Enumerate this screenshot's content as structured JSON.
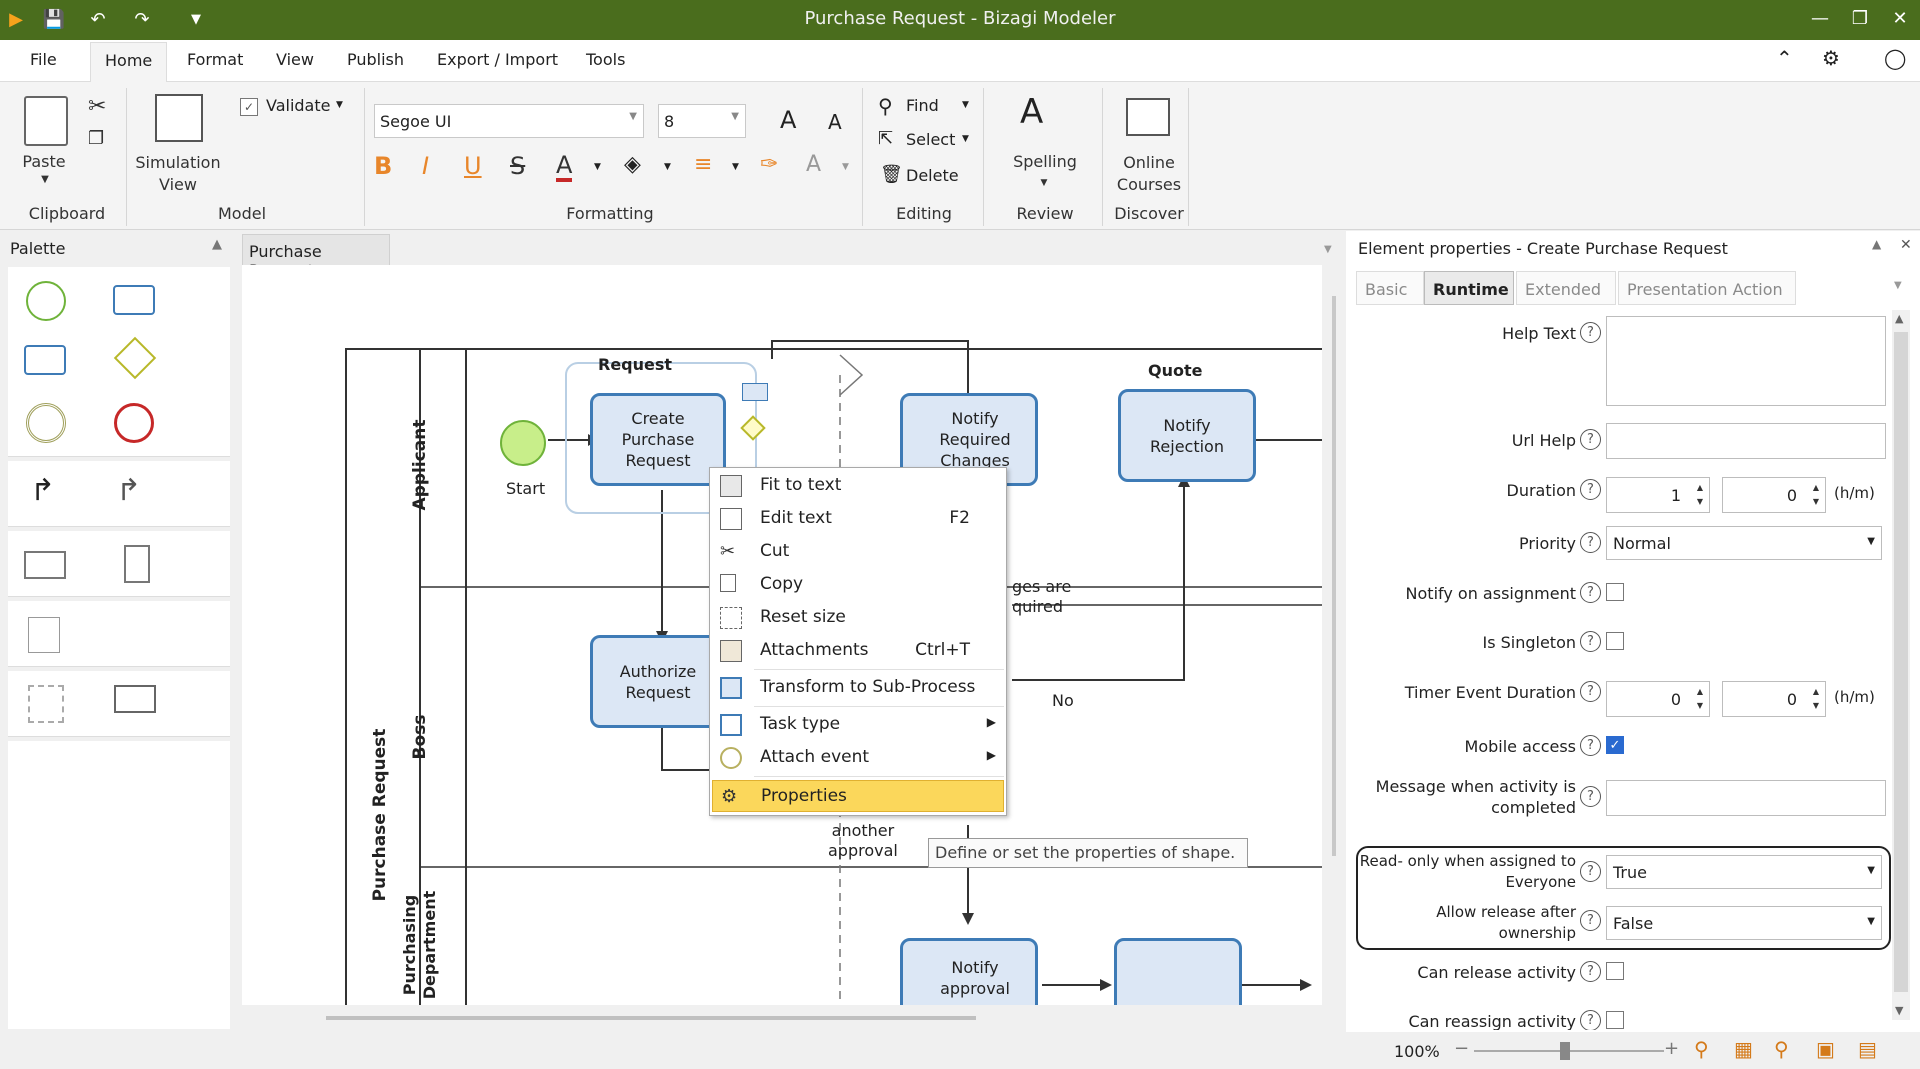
{
  "window": {
    "title": "Purchase Request - Bizagi Modeler"
  },
  "menu": {
    "file": "File",
    "home": "Home",
    "format": "Format",
    "view": "View",
    "publish": "Publish",
    "export_import": "Export / Import",
    "tools": "Tools"
  },
  "ribbon": {
    "paste": "Paste",
    "simulation": "Simulation\nView",
    "validate": "Validate",
    "font_name": "Segoe UI",
    "font_size": "8",
    "find": "Find",
    "select": "Select",
    "delete": "Delete",
    "spelling": "Spelling",
    "online_courses": "Online\nCourses",
    "groups": {
      "clipboard": "Clipboard",
      "model": "Model",
      "formatting": "Formatting",
      "editing": "Editing",
      "review": "Review",
      "discover": "Discover"
    }
  },
  "palette": {
    "title": "Palette"
  },
  "doc_tab": {
    "label": "Purchase Request"
  },
  "diagram": {
    "pool": "Purchase Request",
    "lanes": {
      "applicant": "Applicant",
      "boss": "Boss",
      "purchasing": "Purchasing\nDepartment"
    },
    "labels": {
      "request": "Request",
      "quote": "Quote",
      "start": "Start",
      "no": "No",
      "changes": "ges are\nquired",
      "approval": "another\napproval"
    },
    "tasks": {
      "create": "Create Purchase Request",
      "authorize": "Authorize Request",
      "notify_changes": "Notify Required Changes",
      "notify_rejection": "Notify Rejection",
      "notify_approval": "Notify approval"
    }
  },
  "context_menu": {
    "fit_to_text": "Fit to text",
    "edit_text": "Edit text",
    "edit_text_sc": "F2",
    "cut": "Cut",
    "copy": "Copy",
    "reset_size": "Reset size",
    "attachments": "Attachments",
    "attachments_sc": "Ctrl+T",
    "transform": "Transform to Sub-Process",
    "task_type": "Task type",
    "attach_event": "Attach event",
    "properties": "Properties"
  },
  "tooltip": "Define or set the properties of shape.",
  "props": {
    "title": "Element properties - Create Purchase Request",
    "tabs": {
      "basic": "Basic",
      "runtime": "Runtime",
      "extended": "Extended",
      "presentation": "Presentation Action"
    },
    "help_text": "Help Text",
    "url_help": "Url Help",
    "duration": "Duration",
    "duration_h": "1",
    "duration_m": "0",
    "unit": "(h/m)",
    "priority": "Priority",
    "priority_val": "Normal",
    "notify_assignment": "Notify on assignment",
    "is_singleton": "Is Singleton",
    "timer_duration": "Timer Event Duration",
    "timer_h": "0",
    "timer_m": "0",
    "mobile_access": "Mobile access",
    "message_completed": "Message when activity is\ncompleted",
    "read_only": "Read- only when assigned to\nEveryone",
    "read_only_val": "True",
    "allow_release": "Allow release after\nownership",
    "allow_release_val": "False",
    "can_release": "Can release activity",
    "can_reassign": "Can reassign activity"
  },
  "status": {
    "zoom": "100%"
  },
  "colors": {
    "titlebar": "#4a6d1d",
    "task_fill": "#dce7f5",
    "task_border": "#3e7bb6",
    "highlight": "#fbd75b"
  }
}
